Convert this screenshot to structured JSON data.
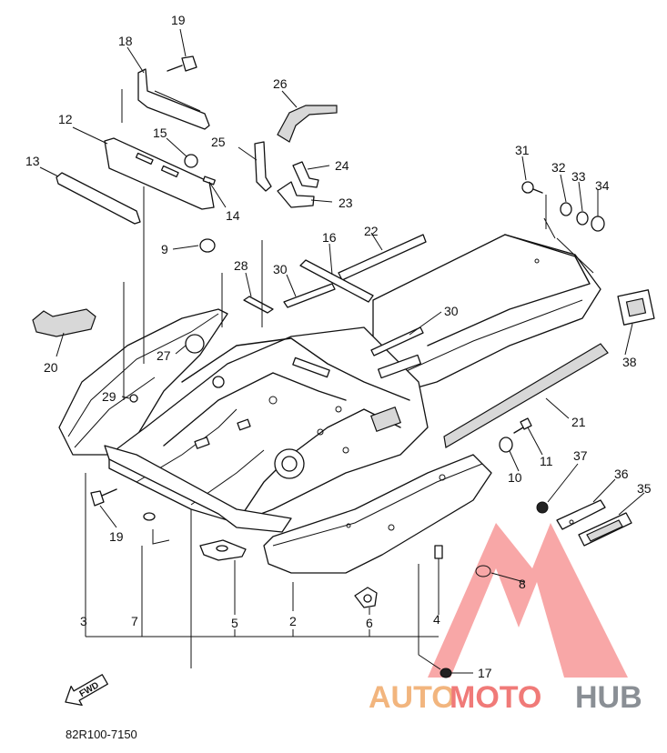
{
  "diagram_code": "82R100-7150",
  "direction_badge": "FWD",
  "watermark": {
    "part1": "AUTO",
    "part2": "MOTO",
    "part3": "HUB",
    "colors": {
      "auto": "#f2b57e",
      "moto": "#f07a78",
      "hub": "#8a8f95",
      "triangle": "#f58a8a"
    }
  },
  "callouts": {
    "c1": "19",
    "c2": "18",
    "c3": "12",
    "c4": "15",
    "c5": "13",
    "c6": "14",
    "c7": "26",
    "c8": "25",
    "c9": "24",
    "c10": "23",
    "c11": "31",
    "c12": "32",
    "c13": "33",
    "c14": "34",
    "c15": "9",
    "c16": "22",
    "c17": "16",
    "c18": "28",
    "c19": "30",
    "c20": "30",
    "c21": "20",
    "c22": "27",
    "c23": "29",
    "c24": "38",
    "c25": "21",
    "c26": "11",
    "c27": "10",
    "c28": "37",
    "c29": "36",
    "c30": "35",
    "c31": "19",
    "c32": "7",
    "c33": "8",
    "c34": "5",
    "c35": "6",
    "c36": "3",
    "c37": "2",
    "c38": "4",
    "c39": "17"
  }
}
